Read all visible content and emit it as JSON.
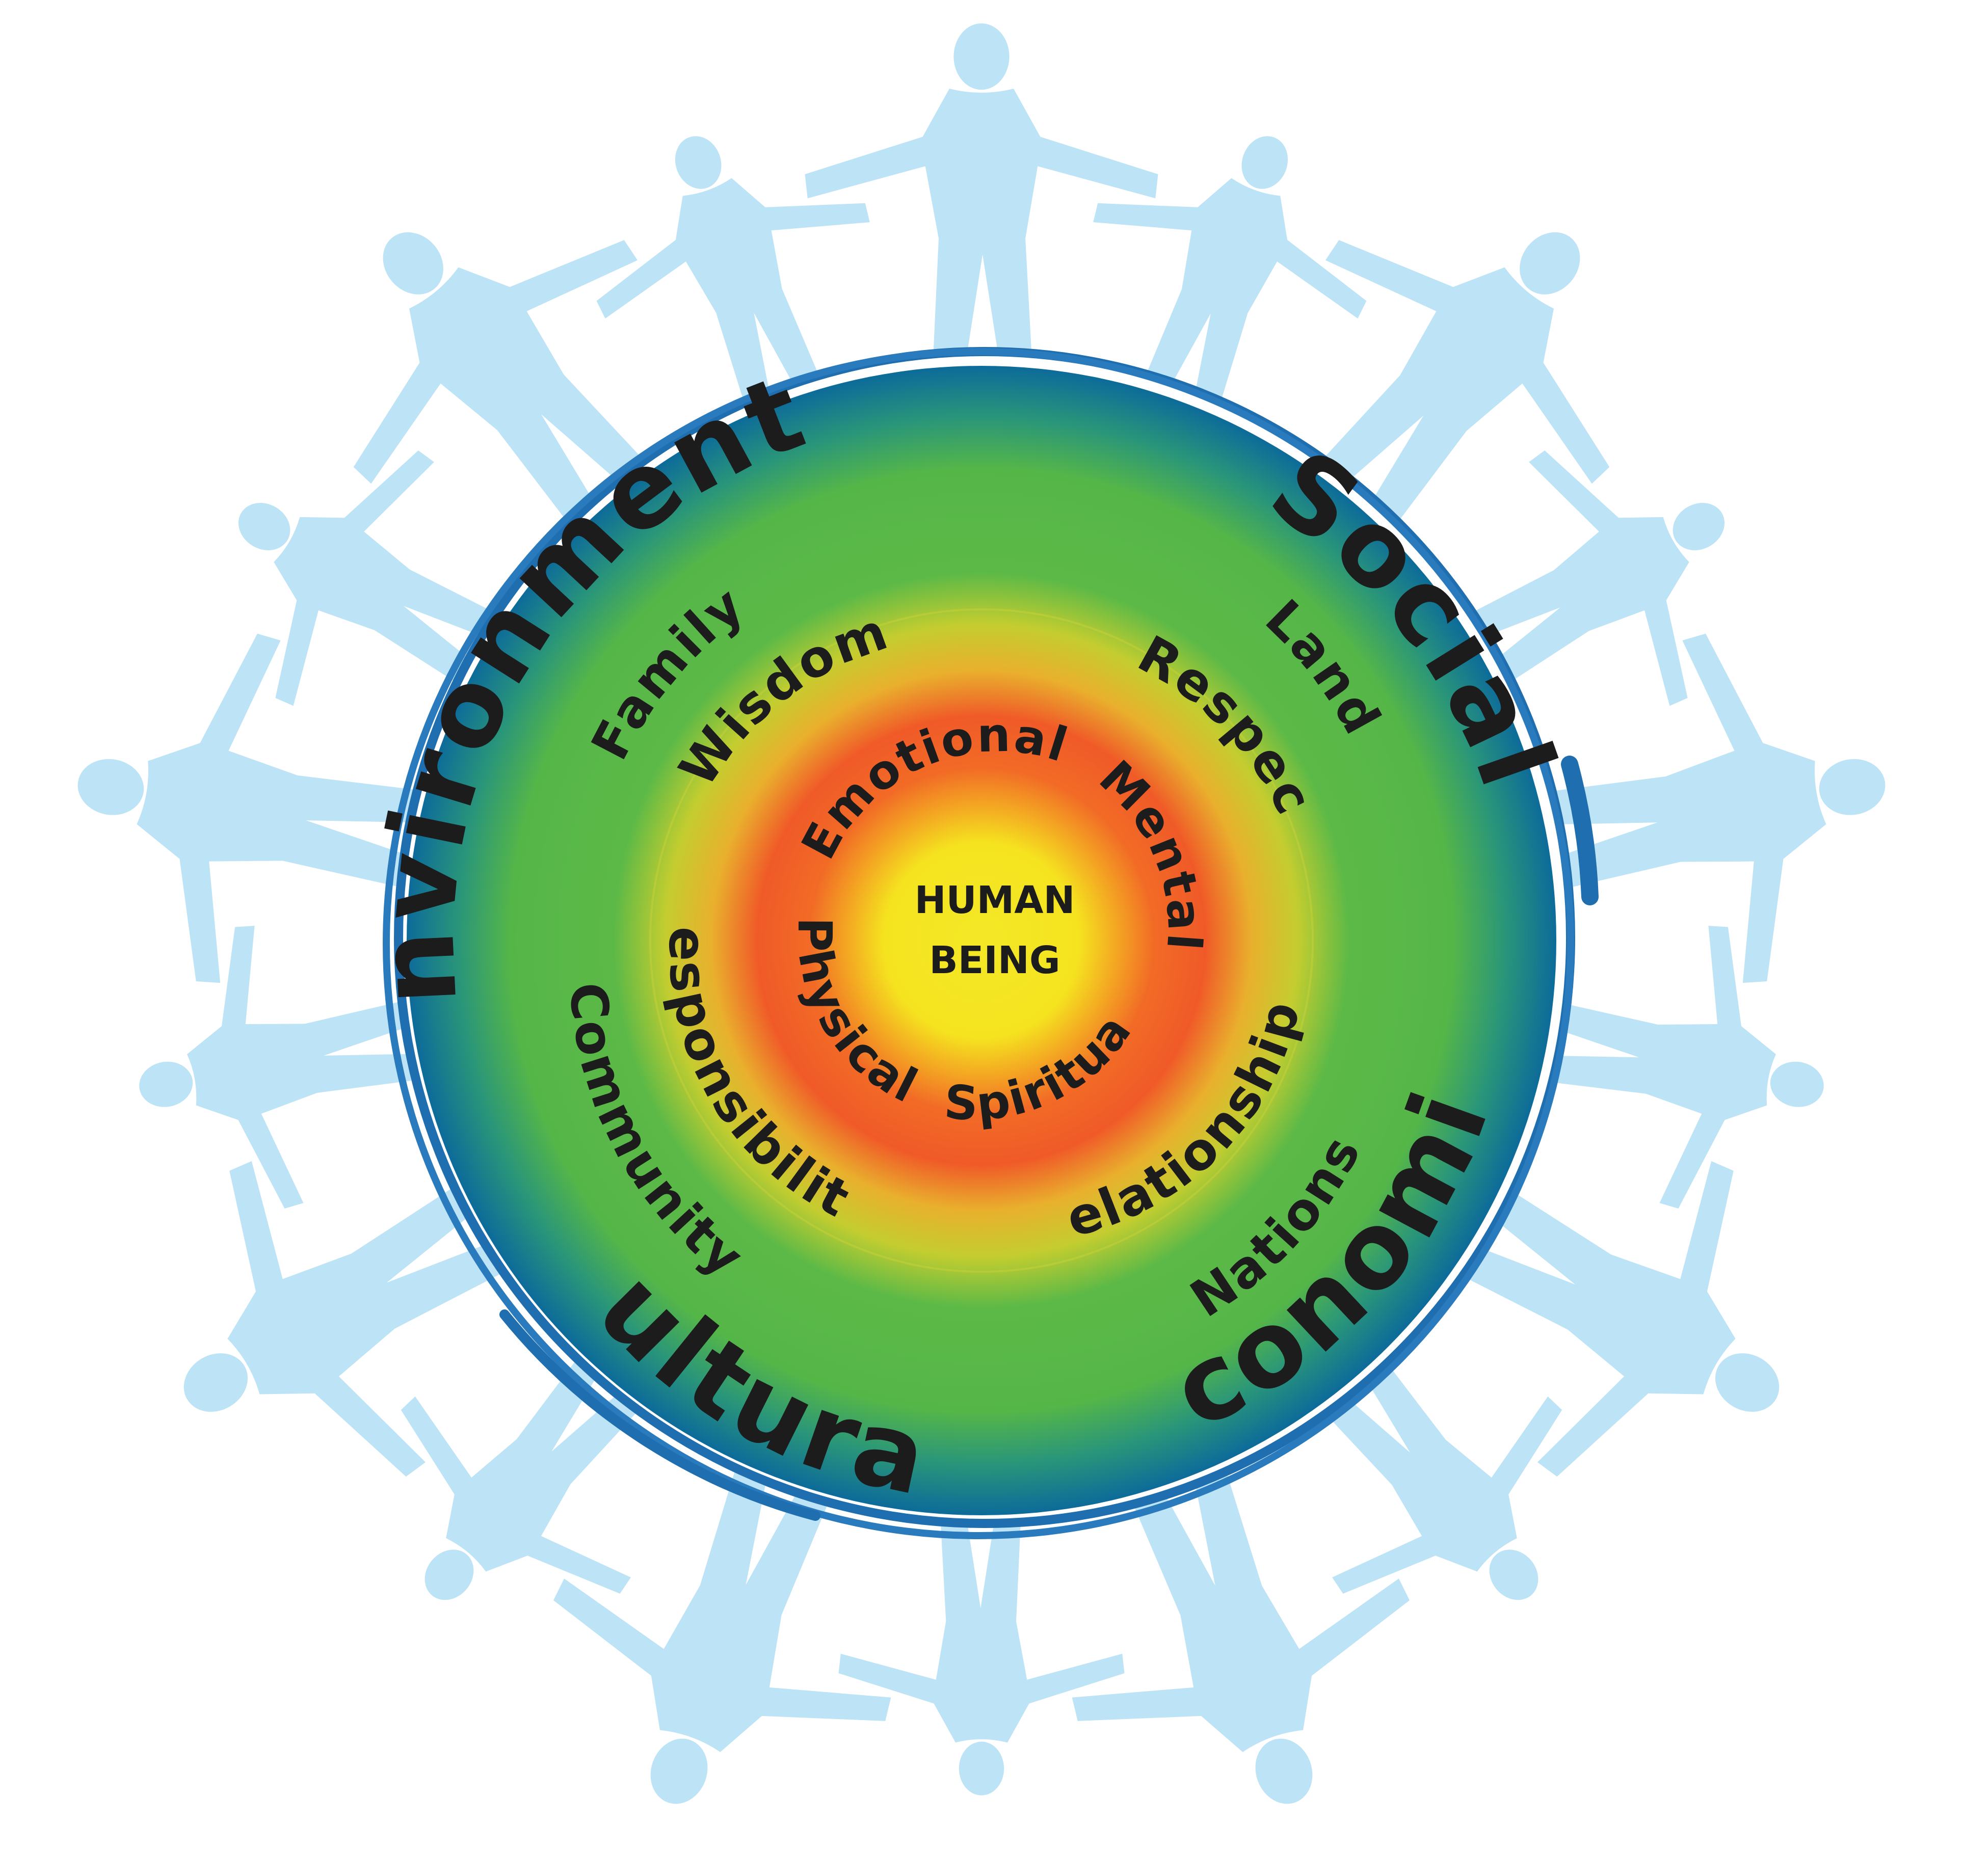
{
  "outer_dimensions": {
    "environmental": "Environmental",
    "social": "Social",
    "economic": "Economic",
    "cultural": "Cultural"
  },
  "community_ring": {
    "family": "Family",
    "land": "Land",
    "nations": "Nations",
    "community": "Community"
  },
  "values_ring": {
    "wisdom": "Wisdom",
    "respect": "Respect",
    "relationships": "Relationships",
    "responsibility": "Responsibility"
  },
  "self_ring": {
    "emotional": "Emotional",
    "mental": "Mental",
    "spiritual": "Spiritual",
    "physical": "Physical"
  },
  "core": {
    "line1": "HUMAN",
    "line2": "BEING"
  },
  "colors": {
    "people": "#bde3f6",
    "ring_blue": "#1f6fb0",
    "green": "#5ab947",
    "teal": "#0e6e9e",
    "red_orange": "#f05a28",
    "yellow": "#f5e626"
  }
}
